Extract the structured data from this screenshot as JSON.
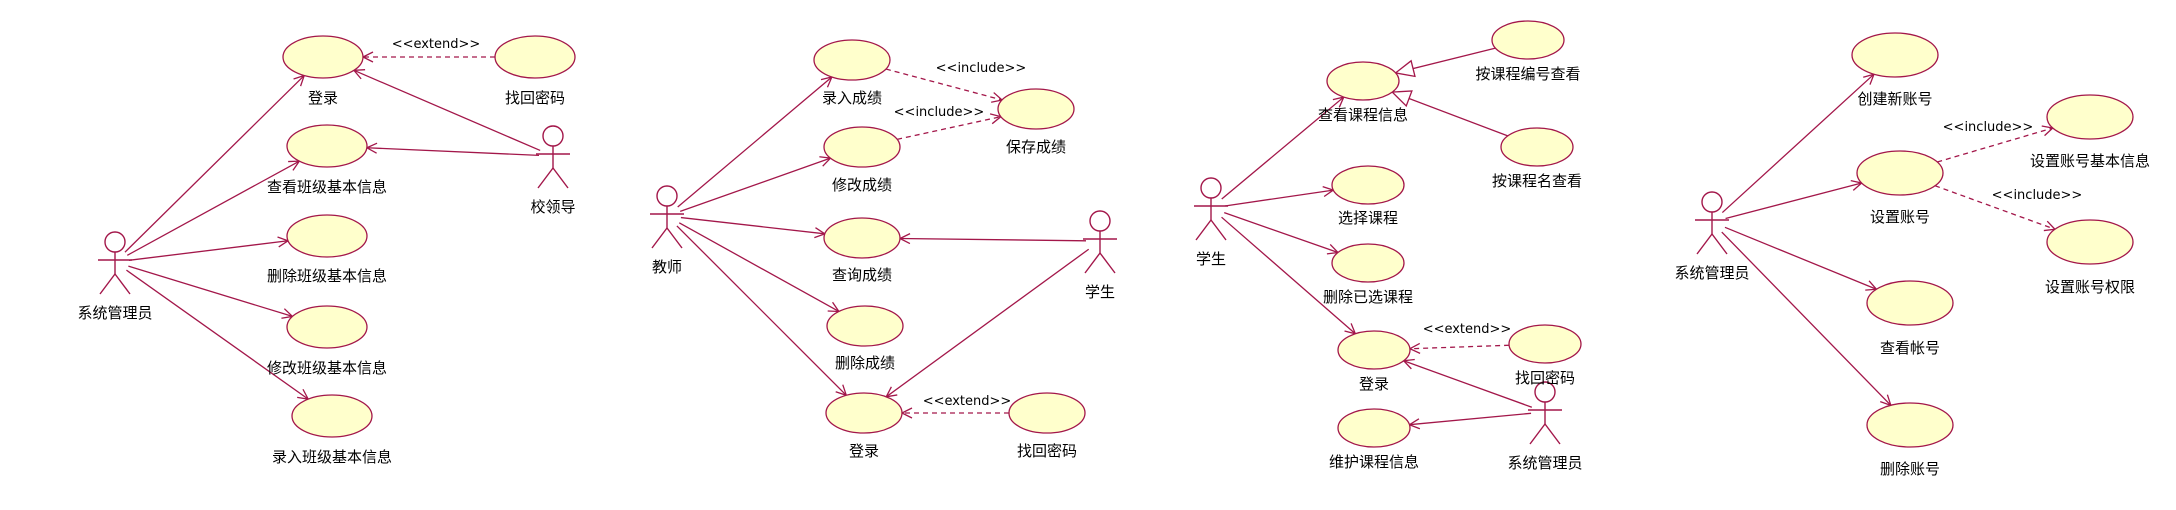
{
  "colors": {
    "line": "#a3174a",
    "ellipse_fill": "#ffffcc",
    "ellipse_stroke": "#a3174a",
    "text": "#000000",
    "background": "#ffffff"
  },
  "diagrams": [
    {
      "id": "admin-class",
      "actors": [
        {
          "id": "a1-admin",
          "label": "系统管理员"
        },
        {
          "id": "a1-leader",
          "label": "校领导"
        }
      ],
      "use_cases": [
        {
          "id": "a1-login",
          "label": "登录"
        },
        {
          "id": "a1-recover",
          "label": "找回密码"
        },
        {
          "id": "a1-view",
          "label": "查看班级基本信息"
        },
        {
          "id": "a1-delete",
          "label": "删除班级基本信息"
        },
        {
          "id": "a1-modify",
          "label": "修改班级基本信息"
        },
        {
          "id": "a1-enter",
          "label": "录入班级基本信息"
        }
      ],
      "stereotypes": [
        {
          "id": "a1-ext",
          "label": "<<extend>>"
        }
      ]
    },
    {
      "id": "grades",
      "actors": [
        {
          "id": "a2-teacher",
          "label": "教师"
        },
        {
          "id": "a2-student",
          "label": "学生"
        }
      ],
      "use_cases": [
        {
          "id": "a2-enter",
          "label": "录入成绩"
        },
        {
          "id": "a2-modify",
          "label": "修改成绩"
        },
        {
          "id": "a2-save",
          "label": "保存成绩"
        },
        {
          "id": "a2-query",
          "label": "查询成绩"
        },
        {
          "id": "a2-delete",
          "label": "删除成绩"
        },
        {
          "id": "a2-login",
          "label": "登录"
        },
        {
          "id": "a2-recover",
          "label": "找回密码"
        }
      ],
      "stereotypes": [
        {
          "id": "a2-inc1",
          "label": "<<include>>"
        },
        {
          "id": "a2-inc2",
          "label": "<<include>>"
        },
        {
          "id": "a2-ext",
          "label": "<<extend>>"
        }
      ]
    },
    {
      "id": "courses",
      "actors": [
        {
          "id": "a3-student",
          "label": "学生"
        },
        {
          "id": "a3-admin",
          "label": "系统管理员"
        }
      ],
      "use_cases": [
        {
          "id": "a3-view",
          "label": "查看课程信息"
        },
        {
          "id": "a3-bynum",
          "label": "按课程编号查看"
        },
        {
          "id": "a3-byname",
          "label": "按课程名查看"
        },
        {
          "id": "a3-select",
          "label": "选择课程"
        },
        {
          "id": "a3-remove",
          "label": "删除已选课程"
        },
        {
          "id": "a3-login",
          "label": "登录"
        },
        {
          "id": "a3-recover",
          "label": "找回密码"
        },
        {
          "id": "a3-maintain",
          "label": "维护课程信息"
        }
      ],
      "stereotypes": [
        {
          "id": "a3-ext",
          "label": "<<extend>>"
        }
      ]
    },
    {
      "id": "accounts",
      "actors": [
        {
          "id": "a4-admin",
          "label": "系统管理员"
        }
      ],
      "use_cases": [
        {
          "id": "a4-create",
          "label": "创建新账号"
        },
        {
          "id": "a4-set",
          "label": "设置账号"
        },
        {
          "id": "a4-basic",
          "label": "设置账号基本信息"
        },
        {
          "id": "a4-perm",
          "label": "设置账号权限"
        },
        {
          "id": "a4-view",
          "label": "查看帐号"
        },
        {
          "id": "a4-delete",
          "label": "删除账号"
        }
      ],
      "stereotypes": [
        {
          "id": "a4-inc1",
          "label": "<<include>>"
        },
        {
          "id": "a4-inc2",
          "label": "<<include>>"
        }
      ]
    }
  ]
}
